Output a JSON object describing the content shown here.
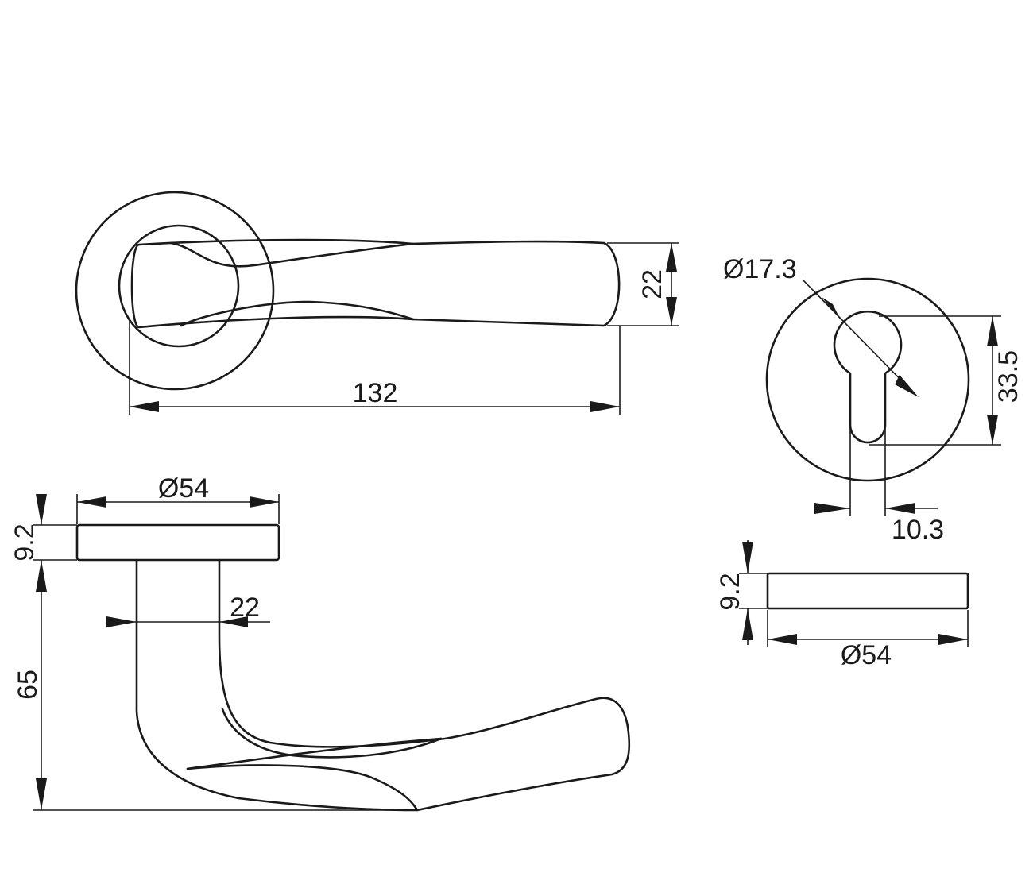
{
  "dimensions": {
    "lever_length": "132",
    "lever_height": "22",
    "keyhole_width": "Ø17.3",
    "keyhole_height": "33.5",
    "keyhole_slot": "10.3",
    "rose_diameter_side": "Ø54",
    "rose_thickness_side": "9.2",
    "neck_width": "22",
    "lever_projection": "65",
    "escutcheon_diameter": "Ø54",
    "escutcheon_thickness": "9.2"
  }
}
